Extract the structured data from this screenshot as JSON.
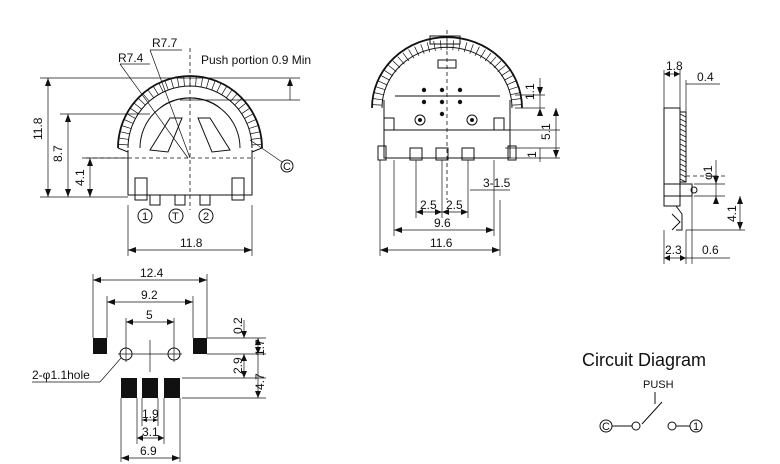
{
  "front_view": {
    "radius_outer": "R7.7",
    "radius_inner": "R7.4",
    "push_note": "Push portion 0.9 Min",
    "height_total": "11.8",
    "height_mid": "8.7",
    "height_low": "4.1",
    "width": "11.8",
    "terminal_1": "1",
    "terminal_t": "T",
    "terminal_2": "2",
    "common_mark": "C"
  },
  "side_view": {
    "dim_top": "1.1",
    "dim_right": "5.1",
    "dim_small": "1",
    "pitch_left": "2.5",
    "pitch_right": "2.5",
    "slots": "3-1.5",
    "span_inner": "9.6",
    "width": "11.6"
  },
  "end_view": {
    "top_width": "1.8",
    "top_offset": "0.4",
    "pin_dia": "φ1",
    "height": "4.1",
    "bottom_left": "2.3",
    "bottom_right": "0.6"
  },
  "pcb_layout": {
    "width_total": "12.4",
    "width_pads": "9.2",
    "hole_pitch": "5",
    "hole_note": "2-φ1.1hole",
    "dim_02": "0.2",
    "dim_17": "1.7",
    "dim_29": "2.9",
    "dim_47": "4.7",
    "pad_pitch": "1.9",
    "pad_span": "3.1",
    "bottom_width": "6.9"
  },
  "circuit": {
    "title": "Circuit Diagram",
    "push_label": "PUSH",
    "terminal_c": "C",
    "terminal_1": "1"
  }
}
